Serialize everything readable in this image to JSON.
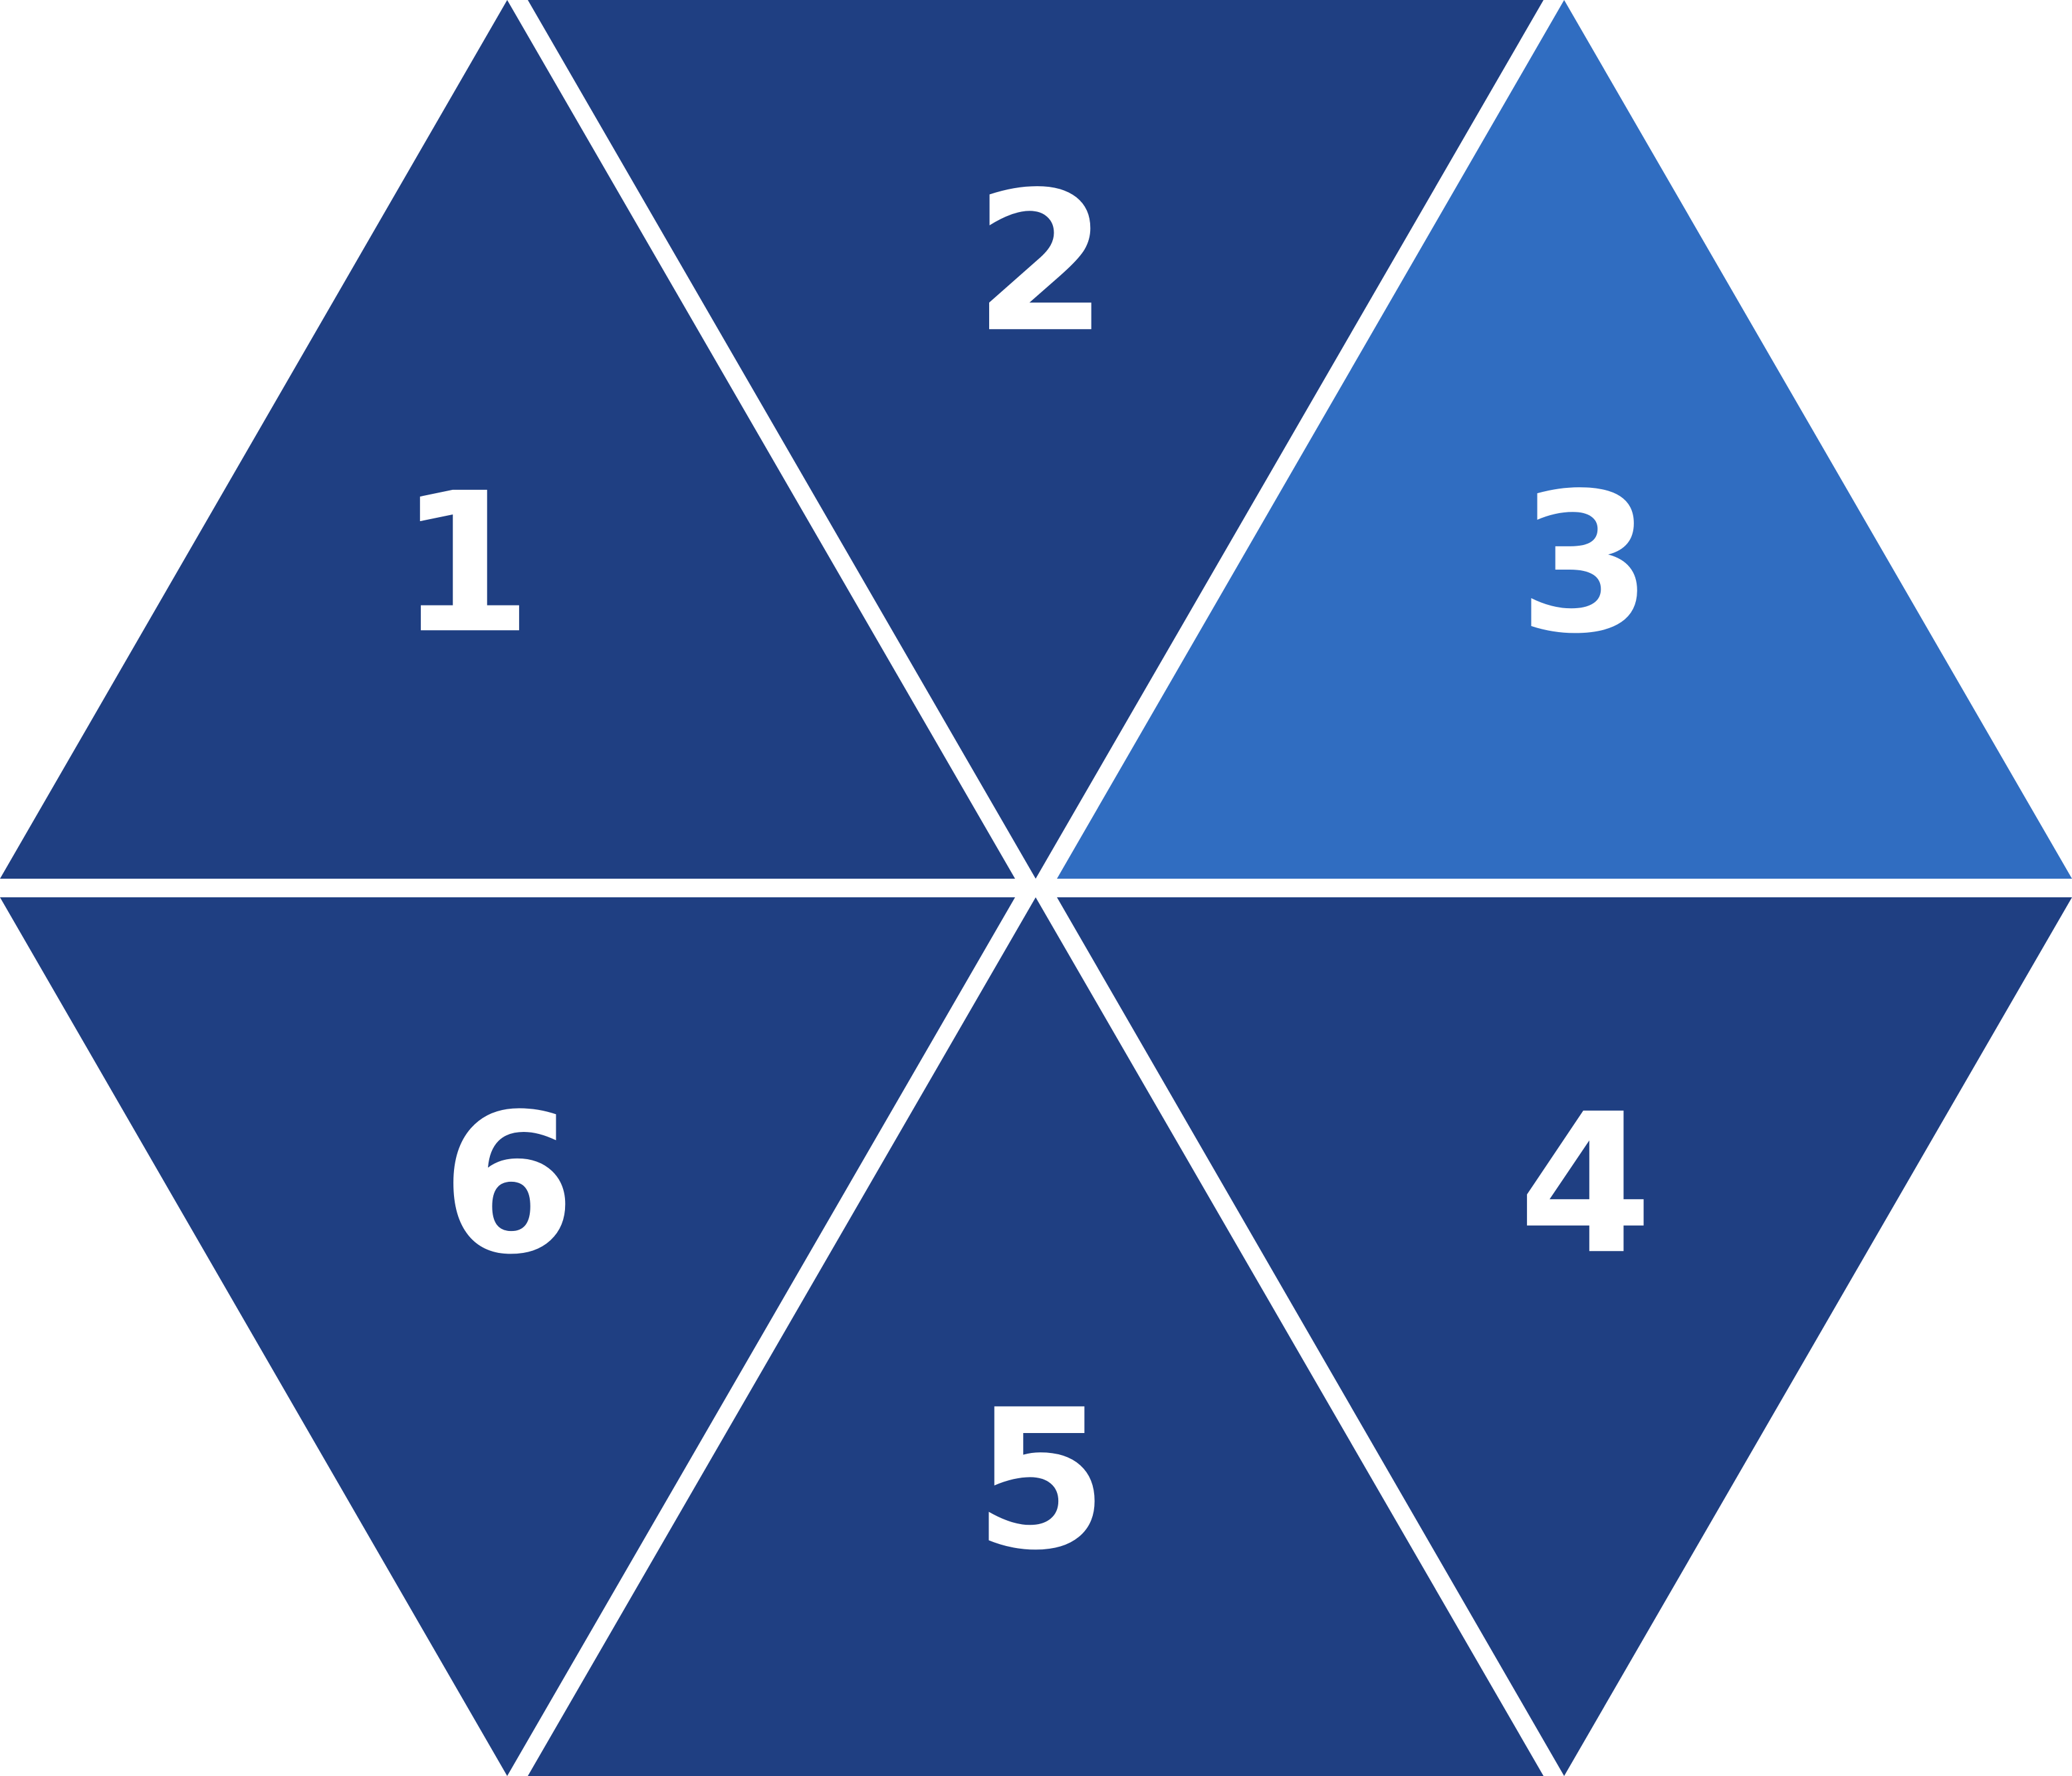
{
  "colors": {
    "background": "#ffffff",
    "segment_default": "#1f3f82",
    "segment_highlight": "#306dc1",
    "label": "#ffffff"
  },
  "segments": [
    {
      "label": "1",
      "highlighted": false
    },
    {
      "label": "2",
      "highlighted": false
    },
    {
      "label": "3",
      "highlighted": true
    },
    {
      "label": "4",
      "highlighted": false
    },
    {
      "label": "5",
      "highlighted": false
    },
    {
      "label": "6",
      "highlighted": false
    }
  ]
}
